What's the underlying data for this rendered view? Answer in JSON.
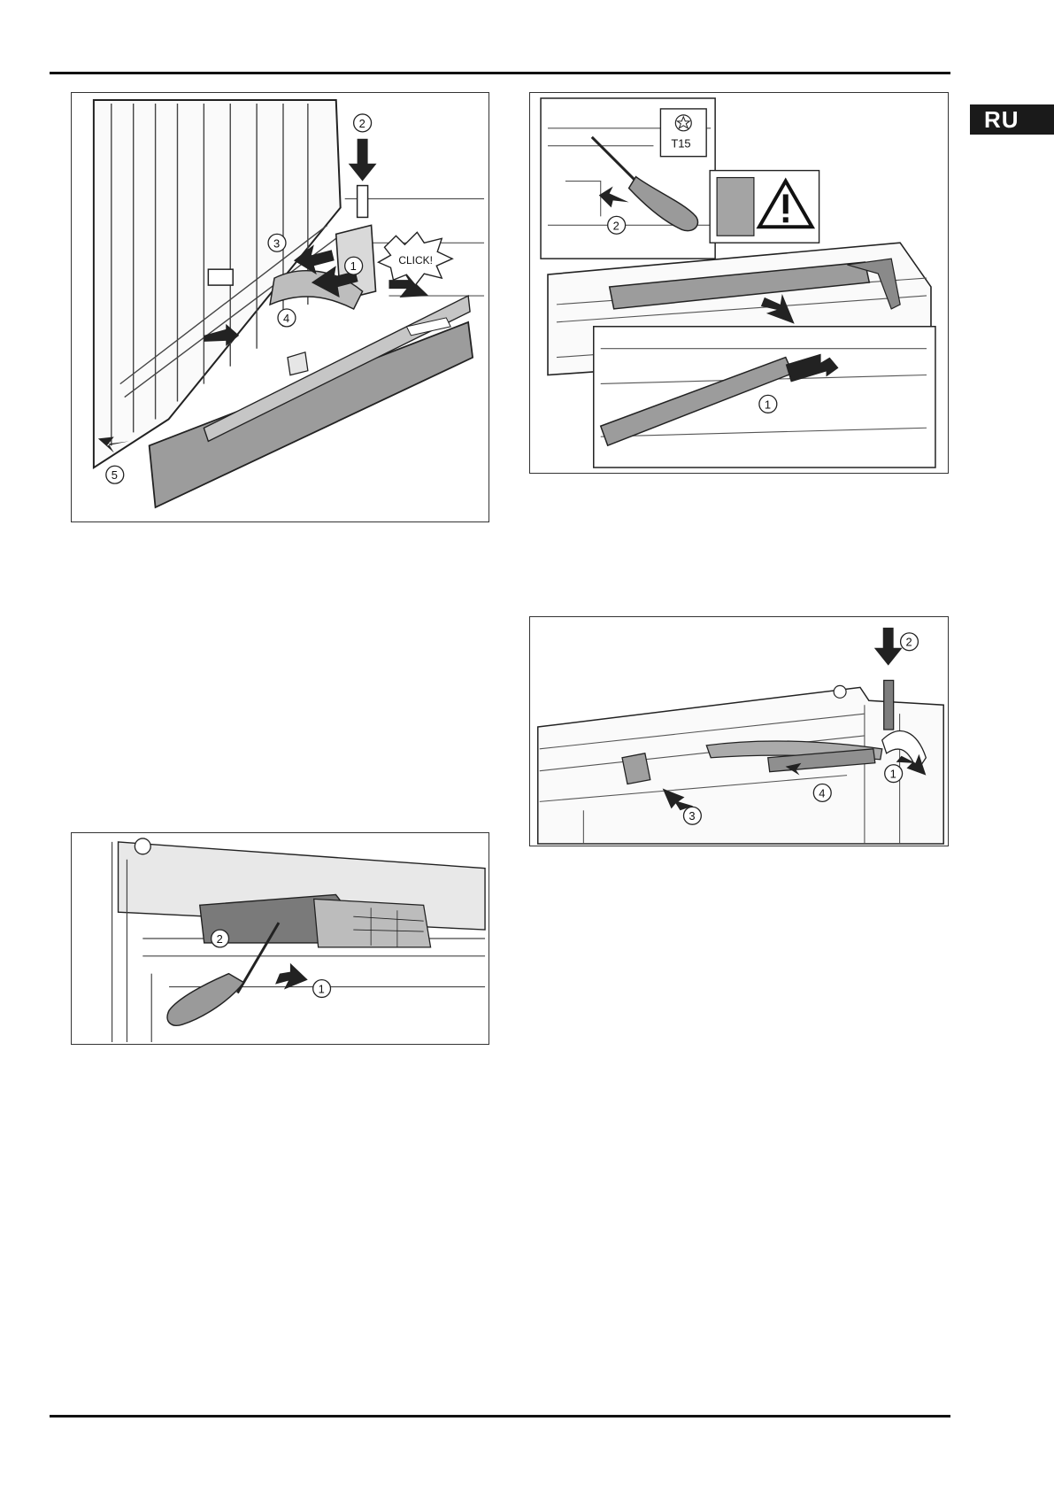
{
  "language_tab": "RU",
  "figures": {
    "fig1": {
      "callouts": [
        "1",
        "2",
        "3",
        "4",
        "5"
      ],
      "click_text": "CLICK!"
    },
    "fig2": {
      "callouts": [
        "1",
        "2"
      ],
      "tool_label": "T15"
    },
    "fig3": {
      "callouts": [
        "1",
        "2"
      ]
    },
    "fig4": {
      "callouts": [
        "1",
        "2",
        "3",
        "4"
      ]
    }
  }
}
